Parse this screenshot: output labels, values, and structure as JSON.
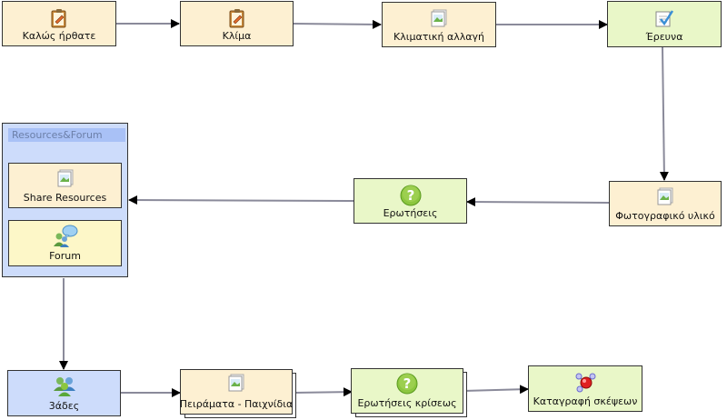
{
  "nodes": {
    "welcome": {
      "label": "Καλώς ήρθατε",
      "icon": "notepad-icon"
    },
    "climate": {
      "label": "Κλίμα",
      "icon": "notepad-icon"
    },
    "climate_change": {
      "label": "Κλιματική αλλαγή",
      "icon": "image-icon"
    },
    "survey": {
      "label": "Έρευνα",
      "icon": "survey-check-icon"
    },
    "photo_material": {
      "label": "Φωτογραφικό υλικό",
      "icon": "image-icon"
    },
    "questions": {
      "label": "Ερωτήσεις",
      "icon": "question-icon"
    },
    "teams": {
      "label": "3άδες",
      "icon": "group-people-icon"
    },
    "experiments_games": {
      "label": "Πειράματα - Παιχνίδια",
      "icon": "image-icon"
    },
    "critical_questions": {
      "label": "Ερωτήσεις κρίσεως",
      "icon": "question-icon"
    },
    "thought_recording": {
      "label": "Καταγραφή σκέψεων",
      "icon": "molecule-icon"
    }
  },
  "group": {
    "title": "Resources&Forum",
    "share_resources": {
      "label": "Share Resources",
      "icon": "image-icon"
    },
    "forum": {
      "label": "Forum",
      "icon": "forum-icon"
    }
  },
  "colors": {
    "beige": "#fdf0d2",
    "green": "#e9f7c8",
    "blue": "#cddcfb",
    "yellow": "#fdf7c8",
    "wire": "#8a8a9a"
  }
}
